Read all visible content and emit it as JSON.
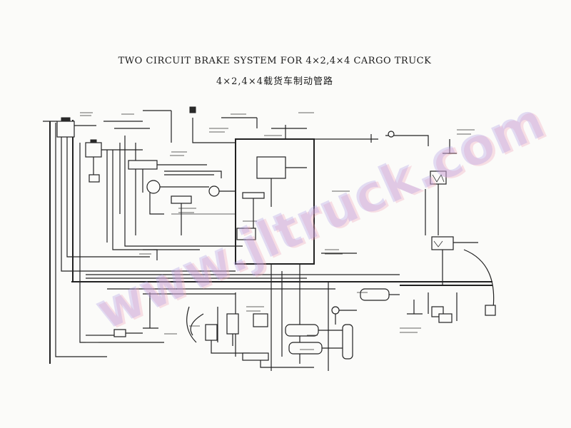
{
  "document": {
    "title_en": "TWO CIRCUIT BRAKE SYSTEM FOR 4×2,4×4  CARGO TRUCK",
    "title_cn": "4×2,4×4载货车制动管路",
    "watermark": "www.jltruck.com"
  }
}
